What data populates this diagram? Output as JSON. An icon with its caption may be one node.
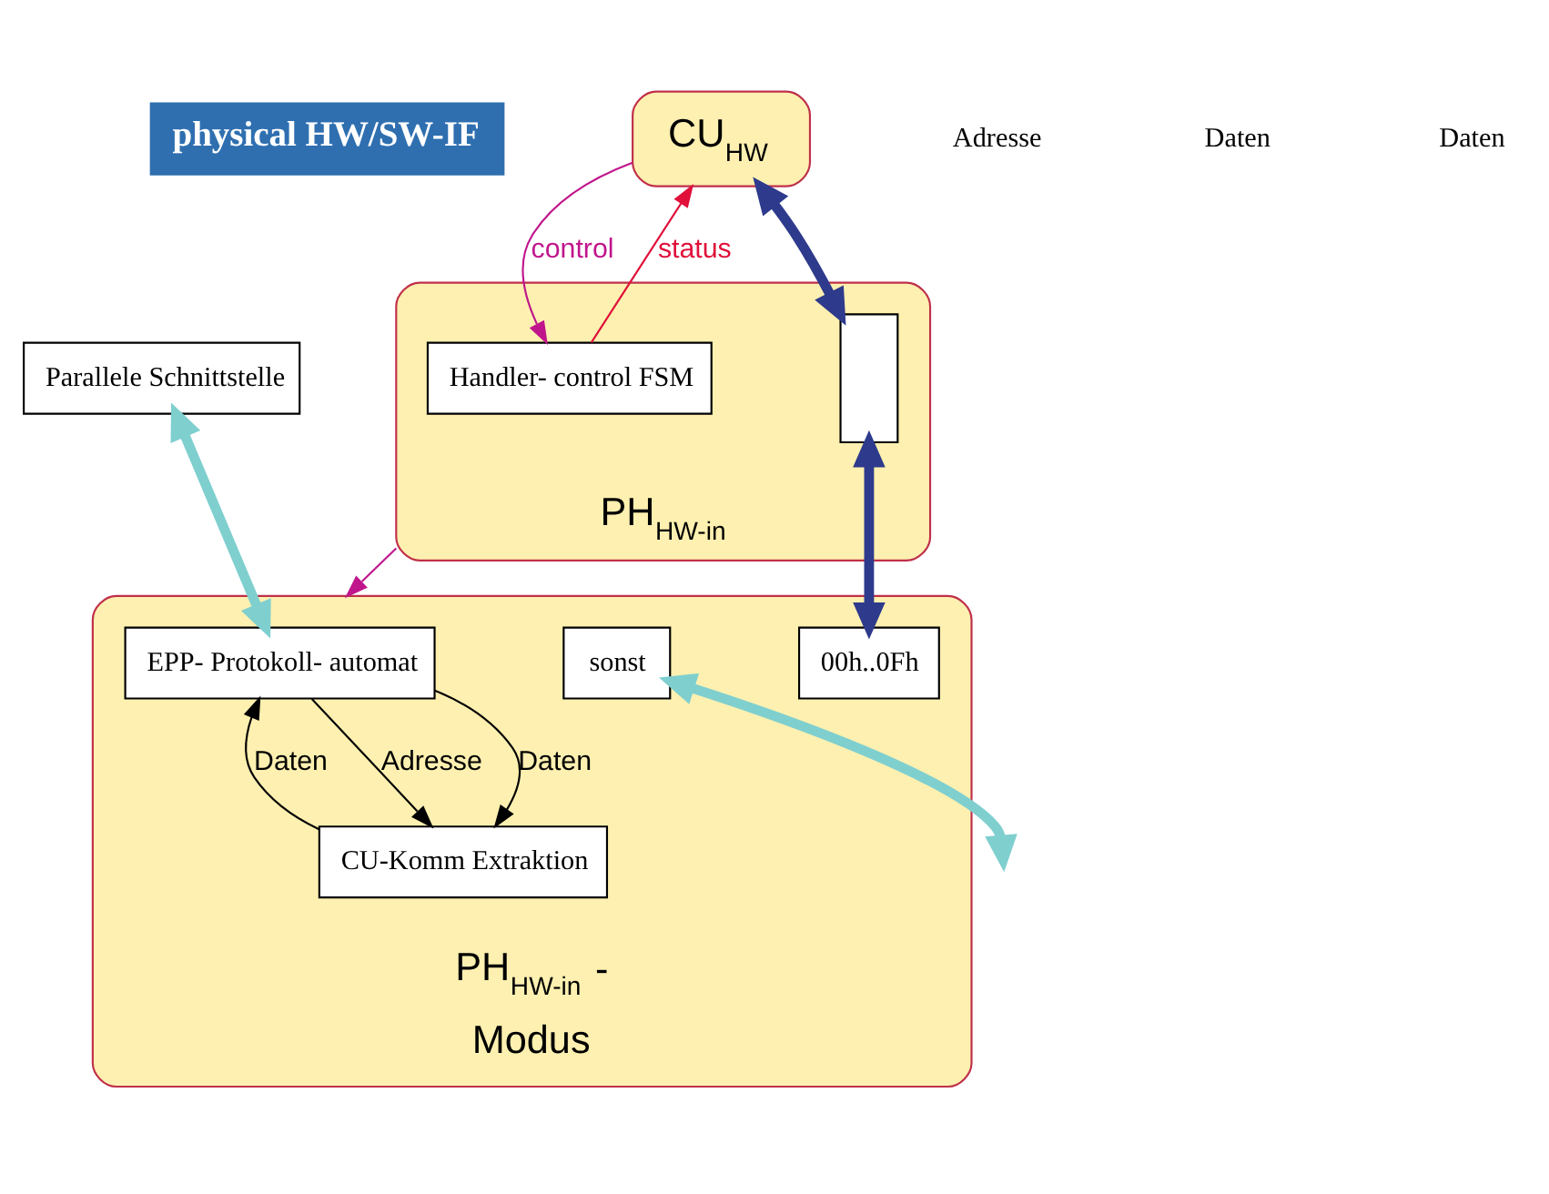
{
  "diagram": {
    "nodes": [
      {
        "text": [
          "CU$_{HW}$"
        ]
      },
      {
        "text": [
          "PH$_{HW-in}$"
        ]
      },
      {
        "text": [
          "Handler- control FSM"
        ],
        "in": 1
      },
      {
        "text": [],
        "shape": "box",
        "in": 1
      },
      {
        "text": [
          "Parallele Schnittstelle"
        ]
      },
      {
        "text": [
          "physical HW/SW-IF"
        ]
      },
      {
        "text": [
          "PH$_{HW-in}$ - Modus"
        ]
      },
      {
        "text": [
          "EPP- Protokoll- automat"
        ],
        "in": 6
      },
      {
        "text": [
          "CU-Komm Extraktion"
        ],
        "in": 6
      },
      {
        "text": [
          "00h..0Fh"
        ],
        "in": 6
      },
      {
        "text": [
          "sonst"
        ],
        "in": 6
      }
    ],
    "edges": [
      {
        "from": 2,
        "to": 0,
        "arrow": "to",
        "label": "status",
        "color": "#e0103a"
      },
      {
        "from": 0,
        "to": 2,
        "arrow": "to",
        "label": "control",
        "color": "#c0168c"
      },
      {
        "from": 0,
        "to": 3,
        "arrow": "both",
        "style": "thick",
        "color": "#2e3a8c"
      },
      {
        "from": 3,
        "to": 9,
        "arrow": "both",
        "style": "thick",
        "color": "#2e3a8c"
      },
      {
        "from": 4,
        "to": 7,
        "arrow": "both",
        "style": "thick",
        "color": "#7fcfcf"
      },
      {
        "from": 10,
        "to": null,
        "arrow": "both",
        "style": "thick",
        "color": "#7fcfcf"
      },
      {
        "from": 1,
        "to": 6,
        "arrow": "to",
        "color": "#c0168c"
      },
      {
        "from": 7,
        "to": 8,
        "arrow": "to",
        "label": "Adresse"
      },
      {
        "from": 7,
        "to": 8,
        "arrow": "to",
        "label": "Daten"
      },
      {
        "from": 8,
        "to": 7,
        "arrow": "to",
        "label": "Daten"
      }
    ],
    "labels": [
      "Adresse",
      "Daten",
      "Daten"
    ]
  }
}
